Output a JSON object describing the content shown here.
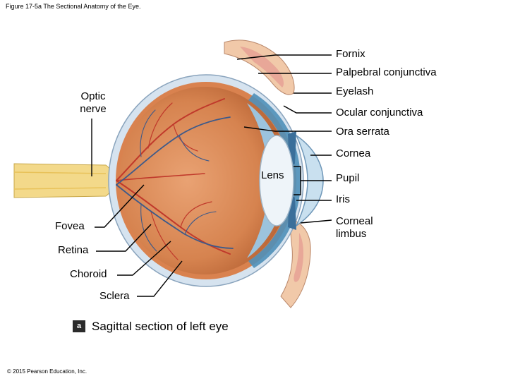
{
  "figure_title": "Figure 17-5a The Sectional Anatomy of the Eye.",
  "copyright": "© 2015 Pearson Education, Inc.",
  "caption": {
    "badge": "a",
    "text": "Sagittal section of left eye"
  },
  "labels": {
    "fornix": "Fornix",
    "palpebral_conjunctiva": "Palpebral conjunctiva",
    "eyelash": "Eyelash",
    "ocular_conjunctiva": "Ocular conjunctiva",
    "ora_serrata": "Ora serrata",
    "cornea": "Cornea",
    "pupil": "Pupil",
    "iris": "Iris",
    "corneal_limbus_1": "Corneal",
    "corneal_limbus_2": "limbus",
    "lens": "Lens",
    "optic_nerve_1": "Optic",
    "optic_nerve_2": "nerve",
    "fovea": "Fovea",
    "retina": "Retina",
    "choroid": "Choroid",
    "sclera": "Sclera"
  },
  "colors": {
    "sclera": "#d6e3ef",
    "choroid": "#d9824f",
    "retina_inner": "#e8a074",
    "vitreous_body": "#c9754a",
    "vessel_red": "#c0392b",
    "vessel_blue": "#3d5a8a",
    "ciliary_blue": "#4f8fb8",
    "lens": "#e9f1f7",
    "eyelid": "#f1c9a9",
    "nerve": "#f3d98a"
  }
}
